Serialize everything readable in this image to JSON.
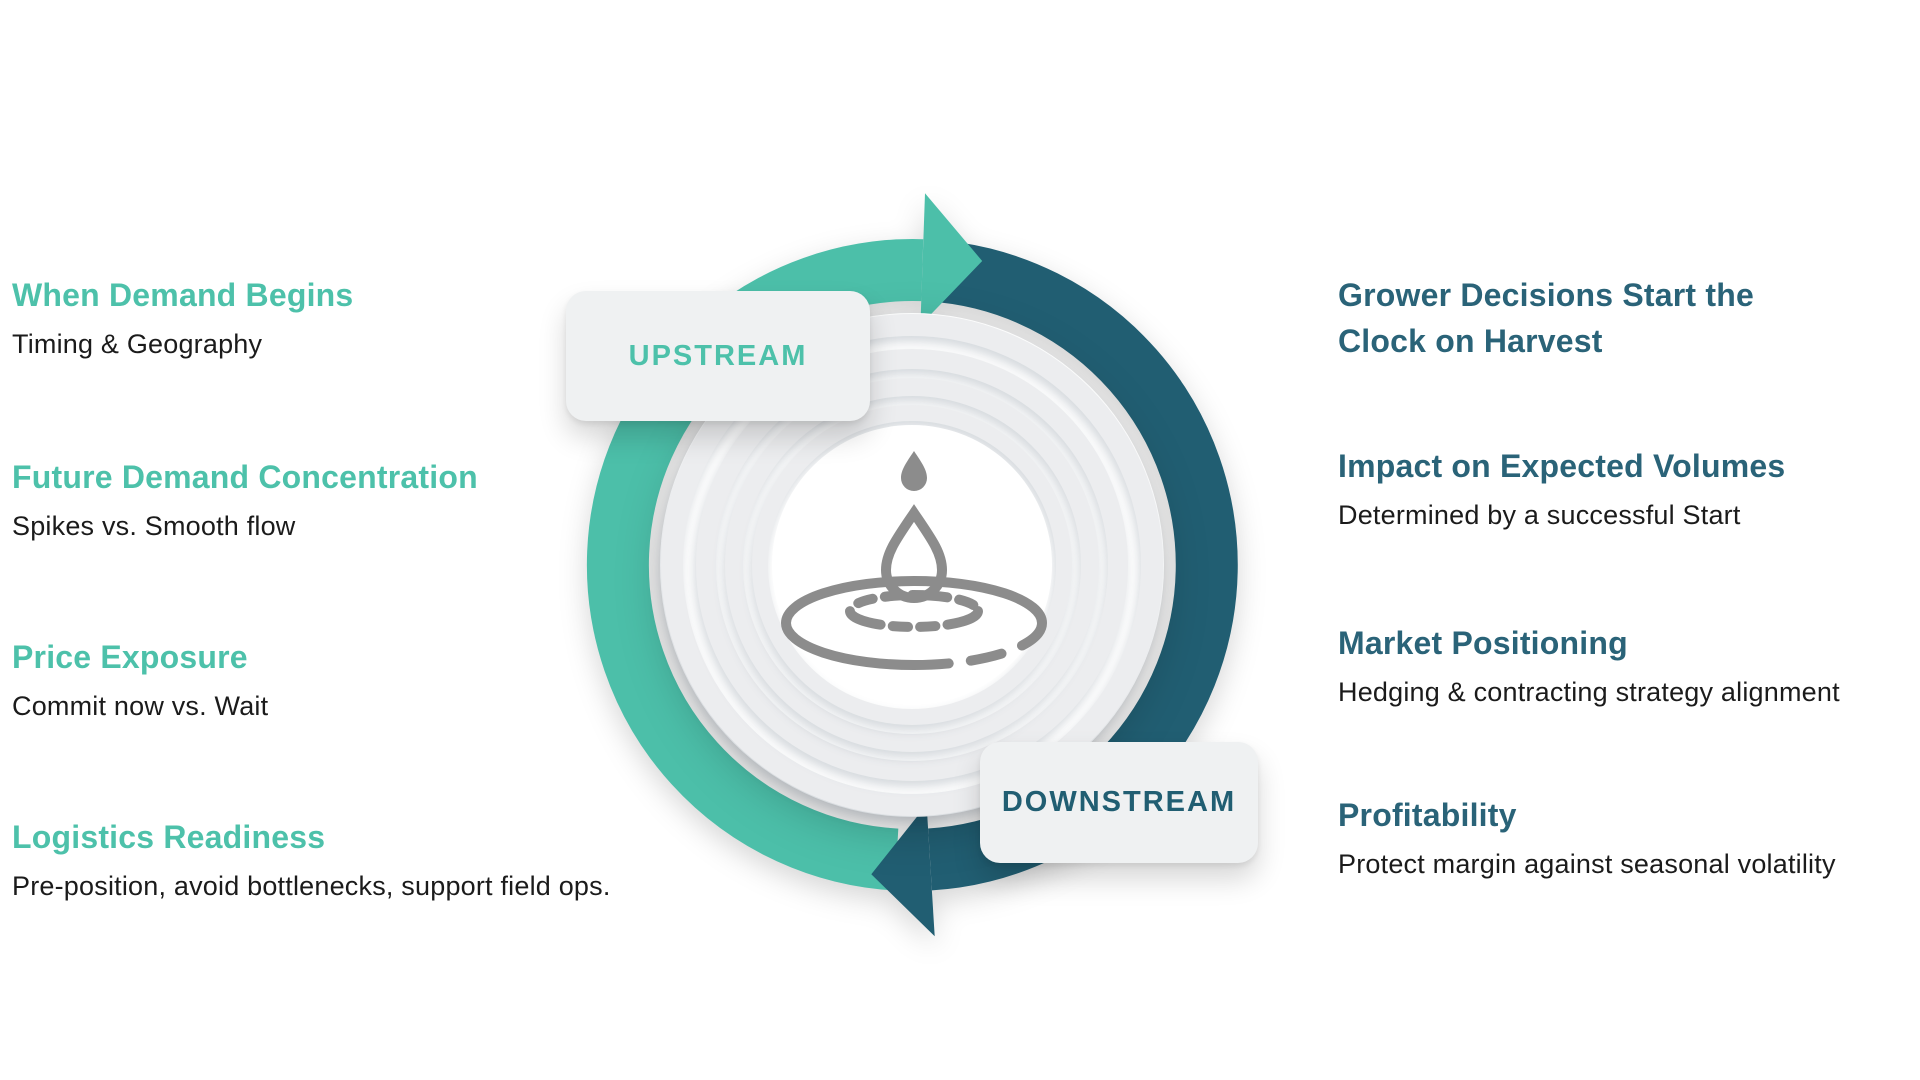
{
  "colors": {
    "teal": "#4DC1AA",
    "teal_arc": "#4CBFA9",
    "dark_teal": "#215E72",
    "dark_heading": "#2A6378",
    "text_dark": "#1B1B1B",
    "ring_gray": "#ECEDEF",
    "icon_gray": "#8C8C8C",
    "badge_bg": "#EFF1F2"
  },
  "diagram": {
    "upstream_label": "UPSTREAM",
    "downstream_label": "DOWNSTREAM",
    "center_icon": "water-drop-ripple-icon"
  },
  "left_items": [
    {
      "heading": "When Demand Begins",
      "subtext": "Timing & Geography"
    },
    {
      "heading": "Future Demand Concentration",
      "subtext": "Spikes vs. Smooth flow"
    },
    {
      "heading": "Price Exposure",
      "subtext": "Commit now vs. Wait"
    },
    {
      "heading": "Logistics Readiness",
      "subtext": "Pre-position, avoid bottlenecks, support field ops."
    }
  ],
  "right_items": [
    {
      "heading": "Grower Decisions Start the Clock on Harvest",
      "subtext": ""
    },
    {
      "heading": "Impact on Expected Volumes",
      "subtext": "Determined by a successful Start"
    },
    {
      "heading": "Market Positioning",
      "subtext": "Hedging & contracting strategy alignment"
    },
    {
      "heading": "Profitability",
      "subtext": "Protect margin against seasonal volatility"
    }
  ]
}
